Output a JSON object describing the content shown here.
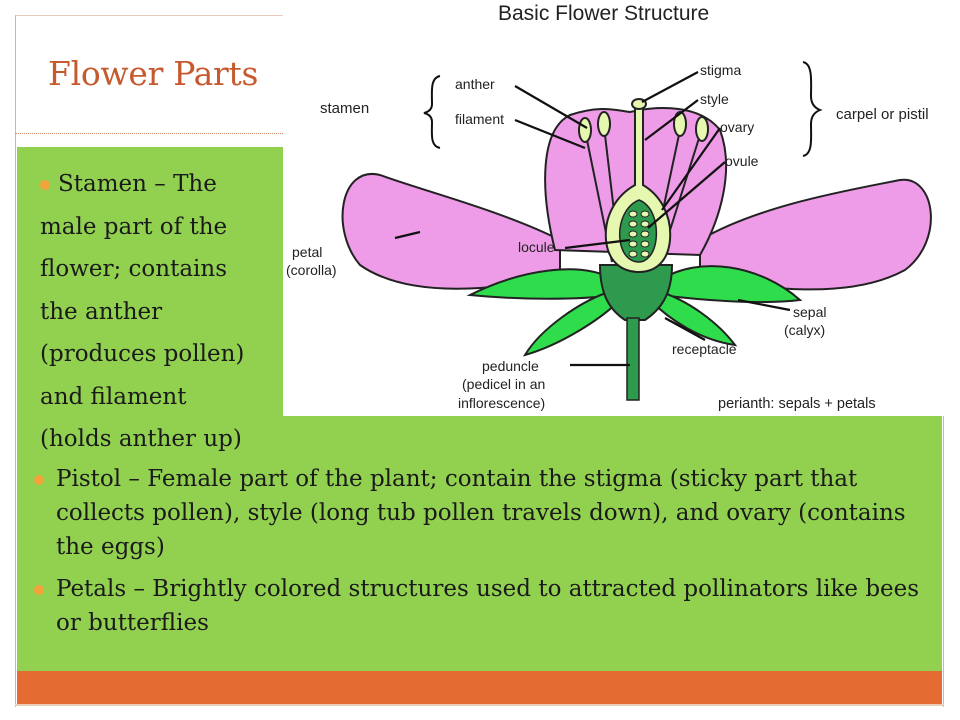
{
  "slide": {
    "title": "Flower Parts",
    "bullets": {
      "stamen_lines": [
        "Stamen – The",
        "male part of the",
        "flower; contains",
        "the anther",
        "(produces pollen)",
        "and filament",
        "(holds anther up)"
      ],
      "pistol": "Pistol – Female part of the plant; contain the stigma (sticky part that collects pollen), style (long tub pollen travels down), and ovary (contains the eggs)",
      "petals": "Petals – Brightly colored structures used to attracted pollinators like bees or butterflies"
    },
    "colors": {
      "title": "#c65a2e",
      "content_bg": "#92d050",
      "footer_bar": "#e46c32",
      "bullet": "#f2a43c",
      "petal": "#ee9ce8",
      "sepal": "#2fdd4c",
      "receptacle": "#2e9a4e",
      "anther": "#e6f7b0"
    }
  },
  "diagram": {
    "title": "Basic Flower Structure",
    "labels": {
      "stamen": "stamen",
      "anther": "anther",
      "filament": "filament",
      "stigma": "stigma",
      "style": "style",
      "ovary": "ovary",
      "ovule": "ovule",
      "carpel": "carpel or pistil",
      "petal_1": "petal",
      "petal_2": "(corolla)",
      "locule": "locule",
      "sepal_1": "sepal",
      "sepal_2": "(calyx)",
      "receptacle": "receptacle",
      "peduncle_1": "peduncle",
      "peduncle_2": "(pedicel in an",
      "peduncle_3": "inflorescence)",
      "perianth": "perianth: sepals + petals"
    }
  }
}
